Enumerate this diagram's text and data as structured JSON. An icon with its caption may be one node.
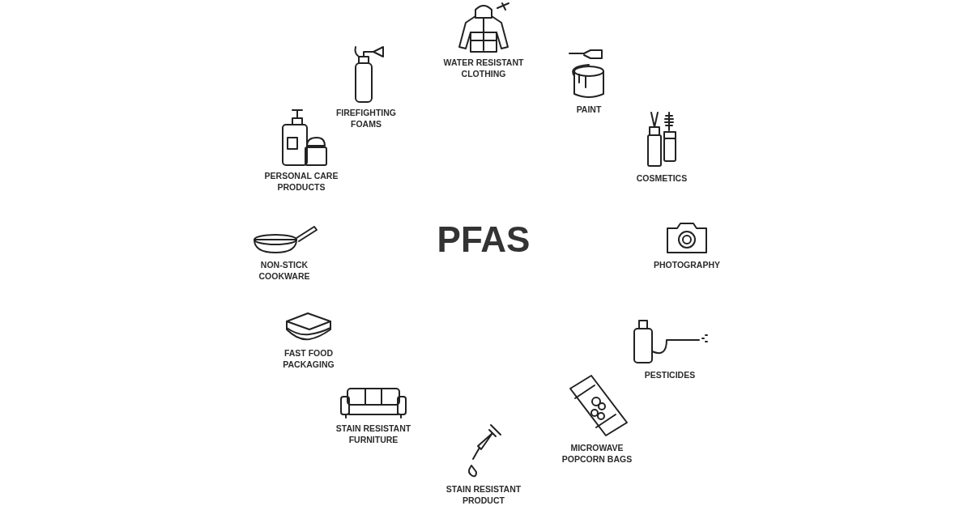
{
  "diagram": {
    "title": "PFAS",
    "labels": [
      "WATER RESISTANT CLOTHING",
      "FIREFIGHTING FOAMS",
      "PAINT",
      "PERSONAL CARE PRODUCTS",
      "COSMETICS",
      "NON-STICK COOKWARE",
      "PHOTOGRAPHY",
      "FAST FOOD PACKAGING",
      "PESTICIDES",
      "STAIN RESISTANT FURNITURE",
      "MICROWAVE POPCORN BAGS",
      "STAIN RESISTANT PRODUCT"
    ]
  }
}
